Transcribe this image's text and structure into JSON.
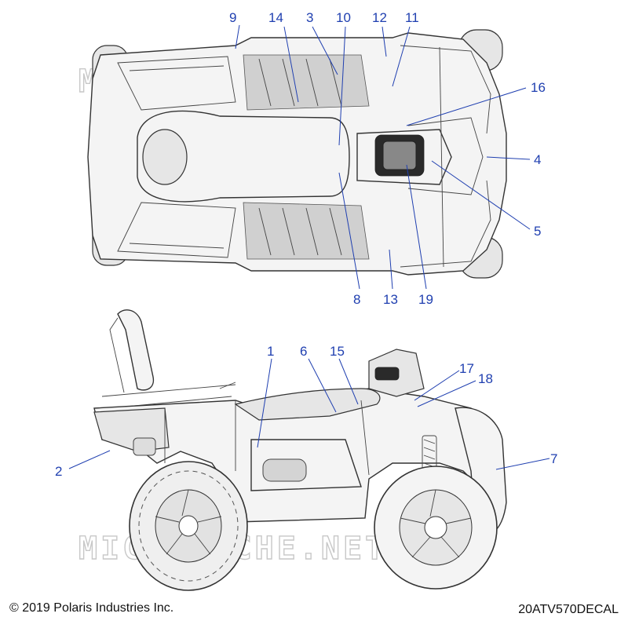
{
  "callouts": [
    {
      "id": "9",
      "label": "9"
    },
    {
      "id": "14",
      "label": "14"
    },
    {
      "id": "3",
      "label": "3"
    },
    {
      "id": "10",
      "label": "10"
    },
    {
      "id": "12",
      "label": "12"
    },
    {
      "id": "11",
      "label": "11"
    },
    {
      "id": "16",
      "label": "16"
    },
    {
      "id": "4",
      "label": "4"
    },
    {
      "id": "5",
      "label": "5"
    },
    {
      "id": "8",
      "label": "8"
    },
    {
      "id": "13",
      "label": "13"
    },
    {
      "id": "19",
      "label": "19"
    },
    {
      "id": "1",
      "label": "1"
    },
    {
      "id": "6",
      "label": "6"
    },
    {
      "id": "15",
      "label": "15"
    },
    {
      "id": "17",
      "label": "17"
    },
    {
      "id": "18",
      "label": "18"
    },
    {
      "id": "2",
      "label": "2"
    },
    {
      "id": "7",
      "label": "7"
    }
  ],
  "watermark": "MICROFICHE.NET",
  "footer": {
    "copyright": "© 2019 Polaris Industries Inc.",
    "diagram_code": "20ATV570DECAL"
  },
  "colors": {
    "callout": "#1f3fb0",
    "line": "#333333"
  }
}
